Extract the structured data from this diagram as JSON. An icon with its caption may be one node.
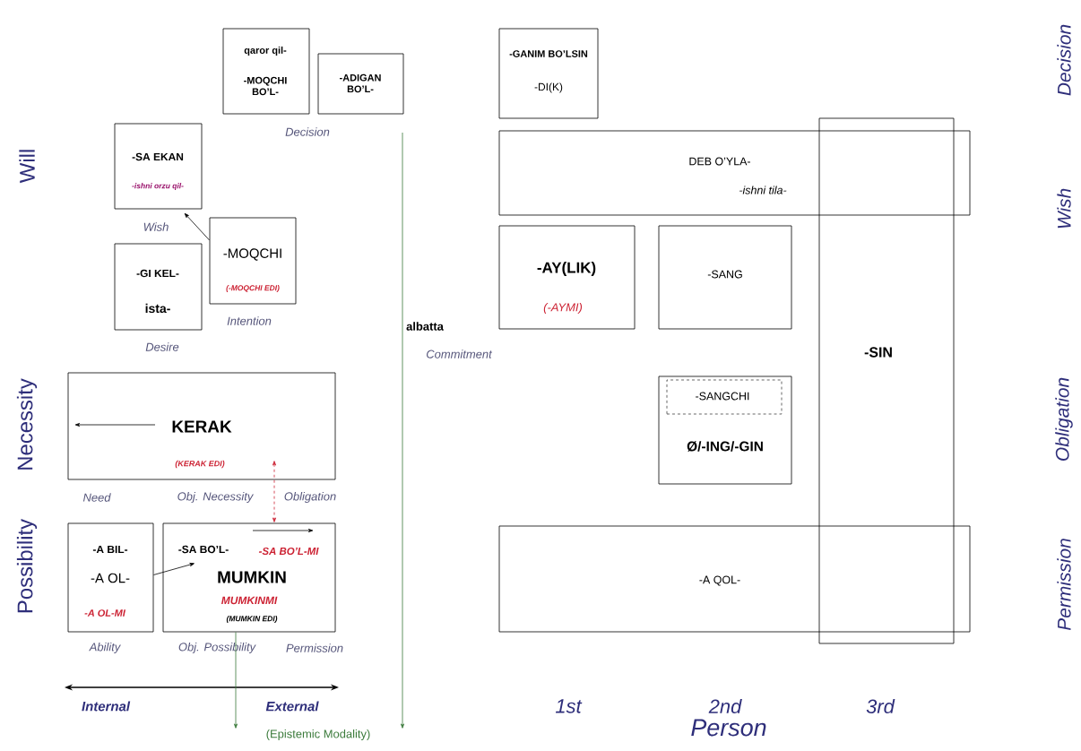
{
  "diagram": {
    "nodes": [
      {
        "text": [
          "qaror qil-",
          "-MOQCHI BO’L-"
        ]
      },
      {
        "text": [
          "-ADIGAN BO’L-"
        ]
      },
      {
        "text": [
          "-SA EKAN",
          "-ishni orzu qil-"
        ],
        "beside": [
          "Wish"
        ]
      },
      {
        "text": [
          "-MOQCHI",
          "(-MOQCHI EDI)"
        ],
        "beside": [
          "Intention"
        ]
      },
      {
        "text": [
          "-GI KEL-",
          "ista-"
        ],
        "beside": [
          "Desire"
        ]
      },
      {
        "text": [
          "KERAK",
          "(KERAK EDI)"
        ]
      },
      {
        "text": [
          "-A BIL-",
          "-A OL-",
          "-A OL-MI"
        ],
        "beside": [
          "Ability"
        ]
      },
      {
        "text": [
          "-SA BO’L-",
          "-SA BO’L-MI",
          "MUMKIN",
          "MUMKINMI",
          "(MUMKIN EDI)"
        ]
      },
      {
        "text": [
          "-GANIM BO’LSIN",
          "-DI(K)"
        ]
      },
      {
        "text": [
          "DEB O’YLA-",
          "-ishni tila-"
        ]
      },
      {
        "text": [
          "-AY(LIK)",
          "(-AYMI)"
        ]
      },
      {
        "text": [
          "-SANG"
        ]
      },
      {
        "text": [
          "Ø/-ING/-GIN"
        ]
      },
      {
        "text": [
          "-SANGCHI"
        ],
        "in": 12
      },
      {
        "text": [
          "-SIN"
        ]
      },
      {
        "text": [
          "-A QOL-"
        ]
      },
      {
        "text": [
          "(Epistemic Modality)"
        ]
      }
    ],
    "edges": [
      {
        "from": 3,
        "to": 2,
        "arrow": "to"
      },
      {
        "from": 6,
        "to": 7,
        "arrow": "to"
      },
      {
        "from": 5,
        "to": 7,
        "arrow": "both",
        "style": "dashed",
        "color": "#cc2233"
      },
      {
        "from": 7,
        "to": 16,
        "arrow": "to",
        "color": "#3a7a3a"
      },
      {
        "from": null,
        "to": 16,
        "arrow": "to",
        "color": "#3a7a3a"
      }
    ],
    "labels": [
      "Decision",
      "Decision",
      "Will",
      "Wish",
      "albatta",
      "Commitment",
      "Necessity",
      "Obligation",
      "Need",
      "Obj. Necessity",
      "Obligation",
      "Possibility",
      "Permission",
      "Obj. Possibility",
      "Permission",
      "Internal",
      "External",
      "1st",
      "2nd",
      "3rd",
      "Person"
    ]
  }
}
